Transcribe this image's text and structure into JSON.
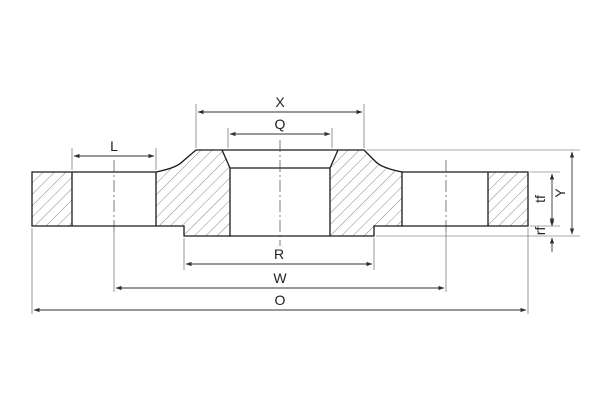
{
  "labels": {
    "x": "X",
    "q": "Q",
    "l": "L",
    "r": "R",
    "w": "W",
    "o": "O",
    "y": "Y",
    "tf": "tf",
    "rf": "rf"
  }
}
